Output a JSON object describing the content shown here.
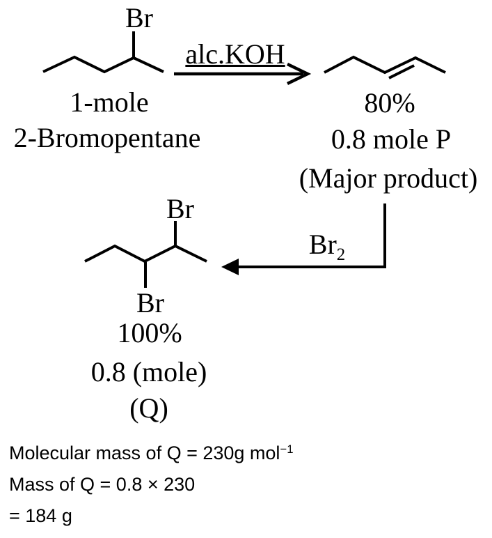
{
  "scheme": {
    "reactant": {
      "substituent": "Br",
      "amount": "1-mole",
      "name": "2-Bromopentane"
    },
    "arrow1": {
      "reagent": "alc.KOH"
    },
    "product_p": {
      "yield": "80%",
      "amount": "0.8 mole P",
      "note": "(Major product)"
    },
    "arrow2": {
      "reagent_base": "Br",
      "reagent_sub": "2"
    },
    "product_q": {
      "substituent_top": "Br",
      "substituent_bottom": "Br",
      "yield": "100%",
      "amount": "0.8 (mole)",
      "tag": "(Q)"
    }
  },
  "solution": {
    "line1_main": "Molecular mass of Q = 230g mol",
    "line1_sup": "−1",
    "line2": "Mass of Q = 0.8 × 230",
    "line3": "= 184 g"
  },
  "colors": {
    "ink": "#000000",
    "background": "#ffffff"
  }
}
